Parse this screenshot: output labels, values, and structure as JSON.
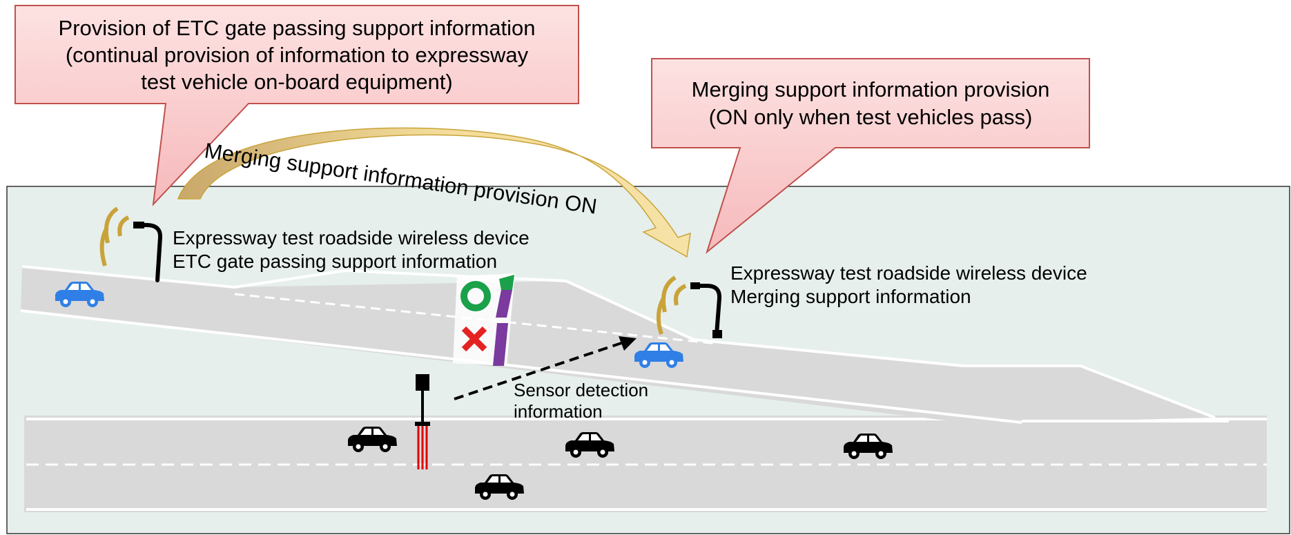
{
  "callouts": {
    "left": {
      "lines": [
        "Provision of ETC gate passing support information",
        "(continual provision of information to expressway",
        "test vehicle on-board equipment)"
      ]
    },
    "right": {
      "lines": [
        "Merging support information provision",
        "(ON only when test vehicles pass)"
      ]
    }
  },
  "arrow_label": "Merging support information provision ON",
  "devices": {
    "left": {
      "name": "Expressway test roadside wireless device",
      "info": "ETC gate passing support information"
    },
    "right": {
      "name": "Expressway test roadside wireless device",
      "info": "Merging support information"
    }
  },
  "sensor": {
    "lines": [
      "Sensor detection",
      "information"
    ]
  },
  "colors": {
    "callout_fill_top": "#fde2e2",
    "callout_fill_bottom": "#f6b9bb",
    "callout_border": "#c0504d",
    "scene_background": "#e6efec",
    "road": "#d9d9d9",
    "test_vehicle": "#2f7fe6",
    "vehicle": "#000000",
    "wave": "#c9a33a",
    "arrow_fill": "#f5dfa0",
    "ok_mark": "#1aa14a",
    "ng_mark": "#e52222",
    "gate_bar": "#7b3a9e"
  },
  "icons": [
    "antenna-icon",
    "wave-icon",
    "car-icon",
    "sensor-pole-icon",
    "circle-ok-icon",
    "cross-ng-icon"
  ]
}
